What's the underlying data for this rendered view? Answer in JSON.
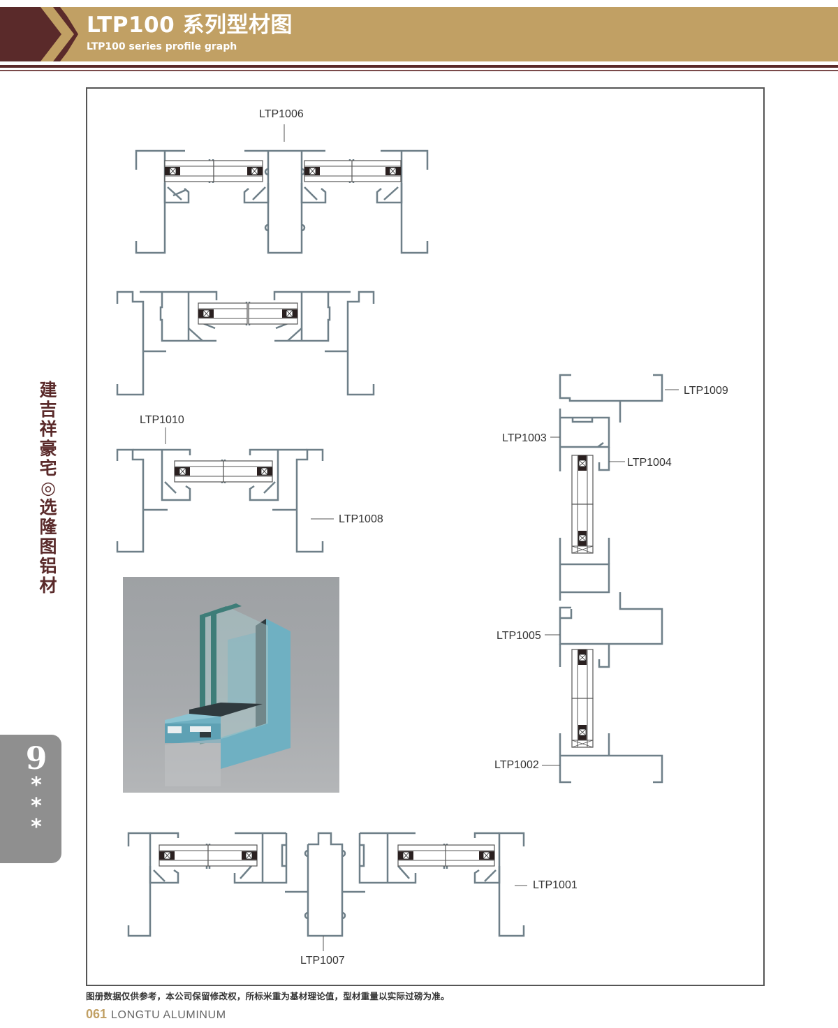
{
  "header": {
    "title": "LTP100 系列型材图",
    "subtitle": "LTP100 series profile graph",
    "brand_color": "#c1a064",
    "accent_color": "#5a2a2a"
  },
  "sidebar": {
    "vertical_text": [
      "建",
      "吉",
      "祥",
      "豪",
      "宅",
      "◎",
      "选",
      "隆",
      "图",
      "铝",
      "材"
    ],
    "tab_number": "9",
    "tab_stars": [
      "*",
      "*",
      "*"
    ]
  },
  "diagram_labels": {
    "ltp1006": "LTP1006",
    "ltp1010": "LTP1010",
    "ltp1008": "LTP1008",
    "ltp1009": "LTP1009",
    "ltp1003": "LTP1003",
    "ltp1004": "LTP1004",
    "ltp1005": "LTP1005",
    "ltp1002": "LTP1002",
    "ltp1001": "LTP1001",
    "ltp1007": "LTP1007"
  },
  "photo": {
    "icon": "window-profile-render",
    "frame_color": "#6fb0c2"
  },
  "footer": {
    "note": "图册数据仅供参考，本公司保留修改权，所标米重为基材理论值，型材重量以实际过磅为准。",
    "page_number": "061",
    "brand": "LONGTU ALUMINUM"
  }
}
